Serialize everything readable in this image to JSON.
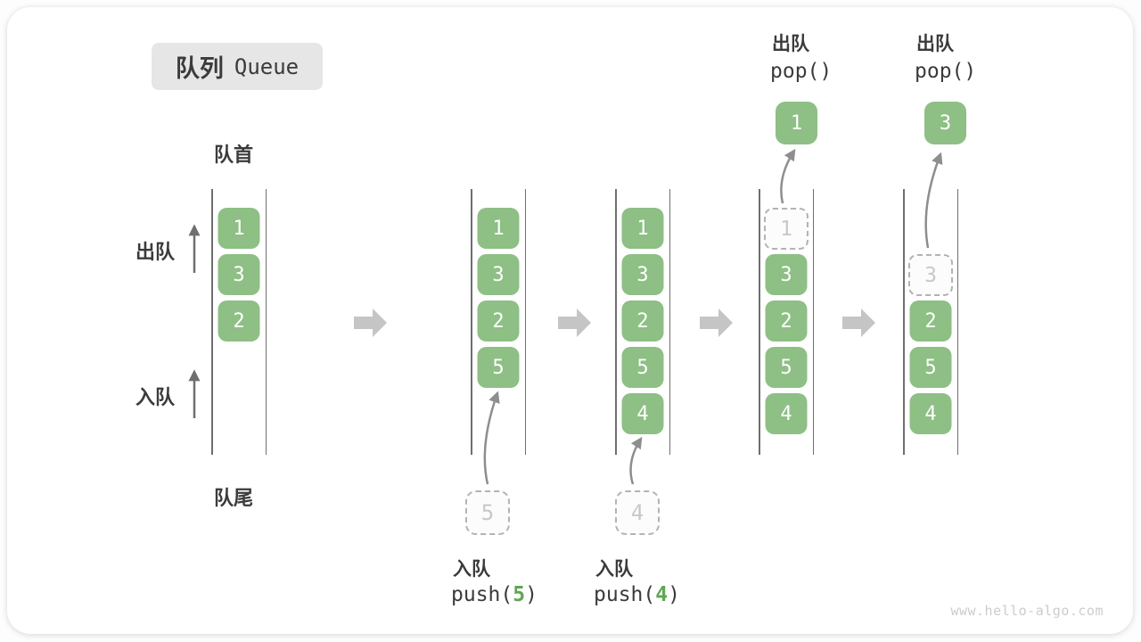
{
  "title": {
    "zh": "队列",
    "en": "Queue"
  },
  "labels": {
    "front": "队首",
    "rear": "队尾",
    "dequeue_side": "出队",
    "enqueue_side": "入队"
  },
  "columns": [
    {
      "name": "state-initial",
      "slots": [
        {
          "value": "1",
          "style": "green"
        },
        {
          "value": "3",
          "style": "green"
        },
        {
          "value": "2",
          "style": "green"
        }
      ]
    },
    {
      "name": "state-after-push-5",
      "slots": [
        {
          "value": "1",
          "style": "green"
        },
        {
          "value": "3",
          "style": "green"
        },
        {
          "value": "2",
          "style": "green"
        },
        {
          "value": "5",
          "style": "green"
        }
      ]
    },
    {
      "name": "state-after-push-4",
      "slots": [
        {
          "value": "1",
          "style": "green"
        },
        {
          "value": "3",
          "style": "green"
        },
        {
          "value": "2",
          "style": "green"
        },
        {
          "value": "5",
          "style": "green"
        },
        {
          "value": "4",
          "style": "green"
        }
      ]
    },
    {
      "name": "state-pop-1",
      "slots": [
        {
          "value": "1",
          "style": "dashed"
        },
        {
          "value": "3",
          "style": "green"
        },
        {
          "value": "2",
          "style": "green"
        },
        {
          "value": "5",
          "style": "green"
        },
        {
          "value": "4",
          "style": "green"
        }
      ]
    },
    {
      "name": "state-pop-3",
      "slots": [
        {
          "value": "3",
          "style": "dashed"
        },
        {
          "value": "2",
          "style": "green"
        },
        {
          "value": "5",
          "style": "green"
        },
        {
          "value": "4",
          "style": "green"
        }
      ]
    }
  ],
  "staged": {
    "push5": {
      "value": "5"
    },
    "push4": {
      "value": "4"
    }
  },
  "floating": {
    "pop1": {
      "value": "1"
    },
    "pop2": {
      "value": "3"
    }
  },
  "ops": {
    "push5": {
      "label": "入队",
      "code_pre": "push(",
      "arg": "5",
      "code_post": ")"
    },
    "push4": {
      "label": "入队",
      "code_pre": "push(",
      "arg": "4",
      "code_post": ")"
    },
    "pop1": {
      "label": "出队",
      "code": "pop()"
    },
    "pop2": {
      "label": "出队",
      "code": "pop()"
    }
  },
  "watermark": "www.hello-algo.com",
  "colors": {
    "green": "#8EBF85",
    "arg_green": "#5FA653",
    "flow_arrow": "#C5C5C5",
    "text": "#3B3B3B",
    "rail": "#6F6F6F",
    "dashed_border": "#B3B3B3",
    "dashed_text": "#C8C8C8",
    "curve_arrow": "#8E8E8E",
    "chip_bg": "#E6E6E6",
    "watermark": "#CCCCCC"
  }
}
